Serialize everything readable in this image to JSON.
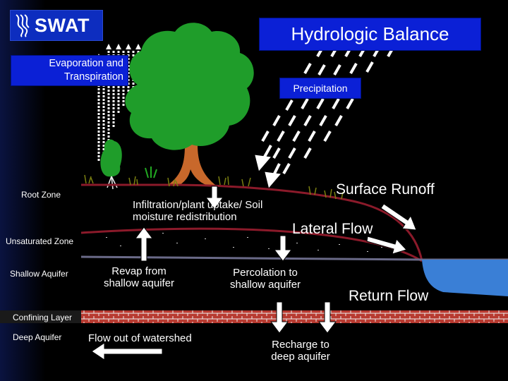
{
  "logo": {
    "text": "SWAT"
  },
  "title": "Hydrologic Balance",
  "labels": {
    "evaporation": [
      "Evaporation and",
      "Transpiration"
    ],
    "precipitation": "Precipitation",
    "surface_runoff": "Surface Runoff",
    "root_zone": "Root Zone",
    "infiltration": [
      "Infiltration/plant uptake/ Soil",
      "moisture redistribution"
    ],
    "lateral_flow": "Lateral Flow",
    "unsaturated_zone": "Unsaturated Zone",
    "shallow_aquifer": "Shallow  Aquifer",
    "revap": [
      "Revap from",
      "shallow aquifer"
    ],
    "percolation": [
      "Percolation to",
      "shallow aquifer"
    ],
    "return_flow": "Return Flow",
    "confining_layer": "Confining Layer",
    "deep_aquifer": "Deep  Aquifer",
    "flow_out": "Flow out of watershed",
    "recharge": [
      "Recharge to",
      "deep aquifer"
    ]
  },
  "colors": {
    "title_box": "#0b20d6",
    "tree": "#1f9d2a",
    "trunk": "#c8682b",
    "soil_line": "#8b1a2a",
    "water": "#3a7fd6",
    "confining": "#b0302a",
    "grass": "#7a7f10"
  }
}
